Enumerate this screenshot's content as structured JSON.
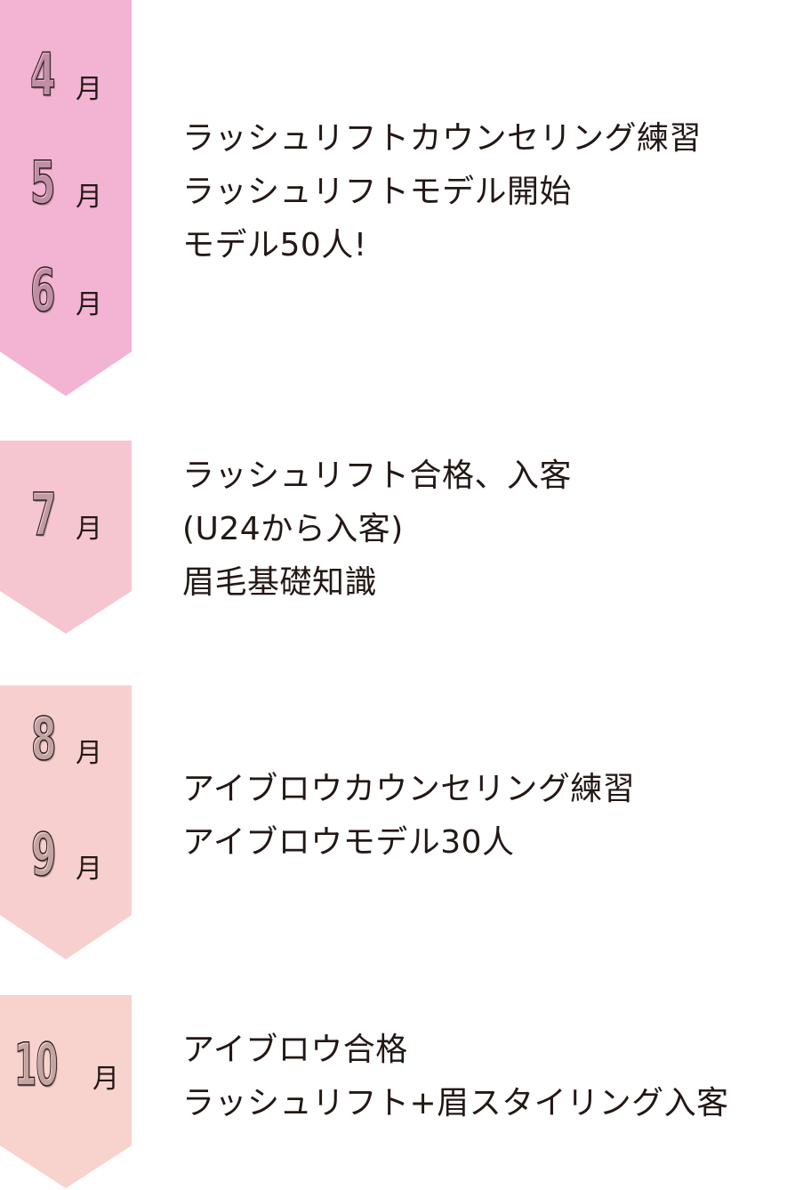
{
  "colors": {
    "text": "#231815",
    "banner_1": "#f3b3d2",
    "banner_2": "#f6c6d0",
    "banner_3": "#f7cfcf",
    "banner_4": "#f8d2cc",
    "background": "#ffffff"
  },
  "timeline": [
    {
      "months": [
        {
          "number": "4",
          "unit": "月"
        },
        {
          "number": "5",
          "unit": "月"
        },
        {
          "number": "6",
          "unit": "月"
        }
      ],
      "lines": [
        "ラッシュリフトカウンセリング練習",
        "ラッシュリフトモデル開始",
        "モデル50人!"
      ]
    },
    {
      "months": [
        {
          "number": "7",
          "unit": "月"
        }
      ],
      "lines": [
        "ラッシュリフト合格、入客",
        "(U24から入客)",
        "眉毛基礎知識"
      ]
    },
    {
      "months": [
        {
          "number": "8",
          "unit": "月"
        },
        {
          "number": "9",
          "unit": "月"
        }
      ],
      "lines": [
        "アイブロウカウンセリング練習",
        "アイブロウモデル30人"
      ]
    },
    {
      "months": [
        {
          "number": "10",
          "unit": "月"
        }
      ],
      "lines": [
        "アイブロウ合格",
        "ラッシュリフト+眉スタイリング入客"
      ]
    }
  ]
}
